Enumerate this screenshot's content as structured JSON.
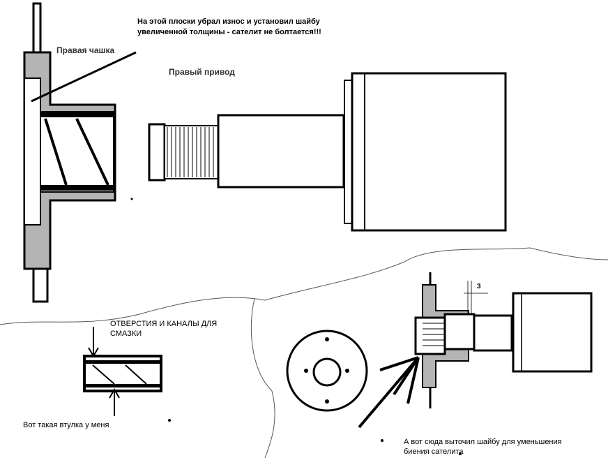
{
  "annotations": {
    "top_note_line1": "На этой плоски убрал износ и установил шайбу",
    "top_note_line2": "увеличенной толщины - сателит не болтается!!!",
    "right_cup": "Правая чашка",
    "right_drive": "Правый привод",
    "holes_line1": "ОТВЕРСТИЯ И КАНАЛЫ ДЛЯ",
    "holes_line2": "СМАЗКИ",
    "bushing_note": "Вот такая втулка у меня",
    "washer_line1": "А вот сюда выточил шайбу для уменьшения",
    "washer_line2": "биения сателита",
    "dimension": "3"
  },
  "colors": {
    "fill_gray": "#b4b4b4",
    "line": "#000000"
  }
}
